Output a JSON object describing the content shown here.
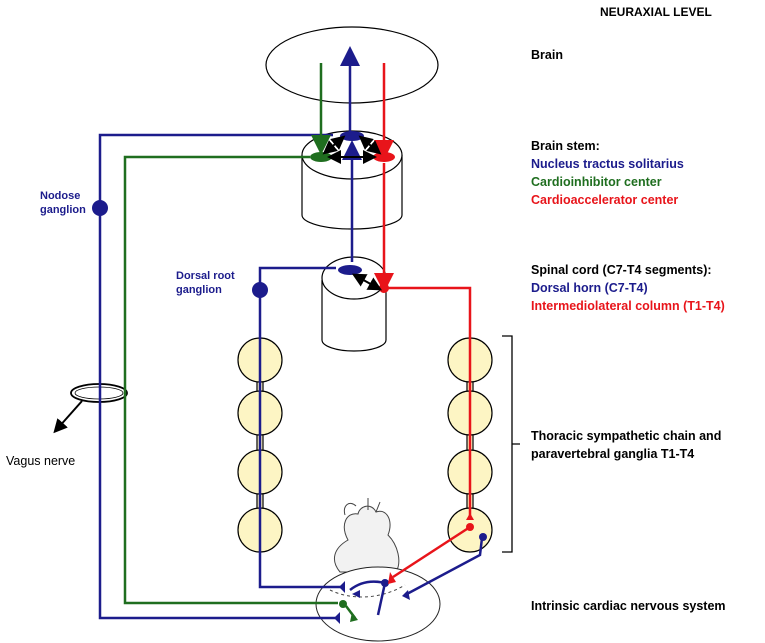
{
  "header": "NEURAXIAL  LEVEL",
  "colors": {
    "blue": "#1c1c8c",
    "green": "#1f6e1f",
    "red": "#e8141a",
    "ganglion_fill": "#fdf5c4",
    "black": "#000000"
  },
  "levels": {
    "brain": "Brain",
    "brainstem": {
      "title": "Brain stem:",
      "nts": "Nucleus tractus solitarius",
      "cardioinhibitor": "Cardioinhibitor  center",
      "cardioaccelerator": "Cardioaccelerator  center"
    },
    "spinal": {
      "title": "Spinal cord (C7-T4 segments):",
      "dorsal_horn": "Dorsal horn (C7-T4)",
      "iml": "Intermediolateral column (T1-T4)"
    },
    "thoracic": {
      "line1": "Thoracic sympathetic chain and",
      "line2": "paravertebral ganglia T1-T4"
    },
    "intrinsic": "Intrinsic cardiac nervous system"
  },
  "side_labels": {
    "nodose_1": "Nodose",
    "nodose_2": "ganglion",
    "drg_1": "Dorsal root",
    "drg_2": "ganglion",
    "vagus": "Vagus nerve"
  }
}
